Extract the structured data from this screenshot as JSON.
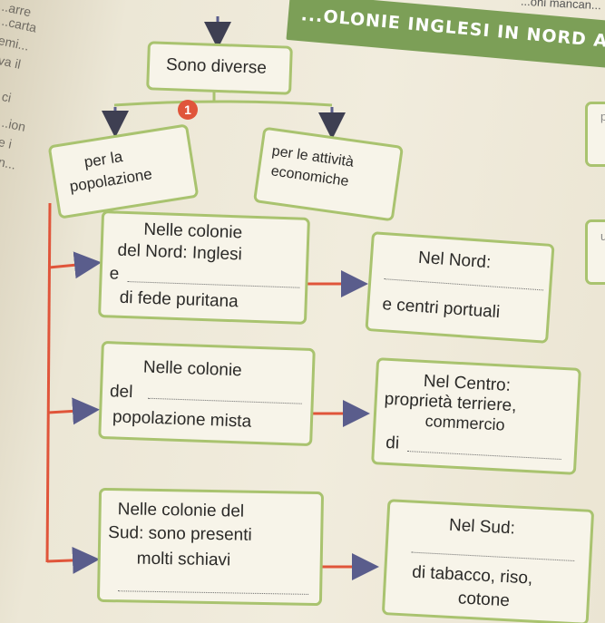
{
  "header": {
    "top_right_text": "...oni mancan...",
    "title": "...OLONIE INGLESI IN NORD A..."
  },
  "left_margin_fragments": [
    "...arre",
    "...carta",
    "emi...",
    "va il",
    "ci",
    "...ion",
    "e i",
    "n..."
  ],
  "right_margin_fragments": [
    "p",
    "u"
  ],
  "colors": {
    "accent_green": "#a9c36f",
    "title_green": "#7c9f57",
    "arrow_blue": "#5a5d8c",
    "badge_red": "#e0553a"
  },
  "diagram": {
    "root": "Sono diverse",
    "badge": "1",
    "branch_left": {
      "line1": "per la",
      "line2": "popolazione"
    },
    "branch_right": {
      "line1": "per le attività",
      "line2": "economiche"
    },
    "rows": [
      {
        "left": {
          "line1": "Nelle colonie",
          "line2": "del Nord: Inglesi",
          "line3": "e",
          "line4": "di fede puritana"
        },
        "right": {
          "line1": "Nel Nord:",
          "line2": "e centri portuali"
        }
      },
      {
        "left": {
          "line1": "Nelle colonie",
          "line2": "del",
          "line3": "popolazione mista"
        },
        "right": {
          "line1": "Nel Centro:",
          "line2": "proprietà terriere,",
          "line3": "commercio",
          "line4": "di"
        }
      },
      {
        "left": {
          "line1": "Nelle colonie del",
          "line2": "Sud: sono presenti",
          "line3": "molti schiavi"
        },
        "right": {
          "line1": "Nel Sud:",
          "line2": "di tabacco, riso,",
          "line3": "cotone"
        }
      }
    ]
  }
}
